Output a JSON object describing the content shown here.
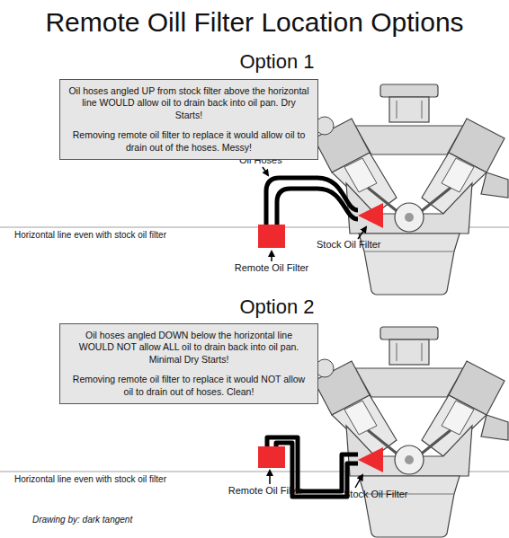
{
  "diagram": {
    "title": "Remote Oill Filter Location Options",
    "nodes": [
      {
        "text": [
          "Oil hoses angled UP from stock filter above the horizontal line WOULD allow oil to drain back into oil pan. Dry Starts!",
          "Removing remote oil filter to replace it would allow oil to drain out of the hoses. Messy!"
        ]
      },
      {
        "text": [
          "Remote Oil Filter"
        ]
      },
      {
        "text": [
          "Stock Oil Filter"
        ]
      },
      {
        "text": [
          "Oil hoses angled DOWN below the horizontal line WOULD NOT allow ALL oil to drain back into oil pan. Minimal Dry Starts!",
          "Removing remote oil filter to replace it would NOT allow oil to drain out of hoses. Clean!"
        ]
      },
      {
        "text": [
          "Remote Oil Filter"
        ]
      },
      {
        "text": [
          "Stock Oil Filter"
        ]
      }
    ],
    "edges": [
      {
        "from": 1,
        "to": 2,
        "arrow": "none"
      },
      {
        "from": 1,
        "to": 2,
        "arrow": "none"
      },
      {
        "from": 4,
        "to": 5,
        "arrow": "none"
      },
      {
        "from": 4,
        "to": 5,
        "arrow": "none"
      }
    ],
    "labels": [
      "Option 1",
      "Oil Hoses",
      "Horizontal line even with stock oil filter",
      "Option 2",
      "Horizontal line even with stock oil filter",
      "Drawing by: dark tangent"
    ]
  }
}
